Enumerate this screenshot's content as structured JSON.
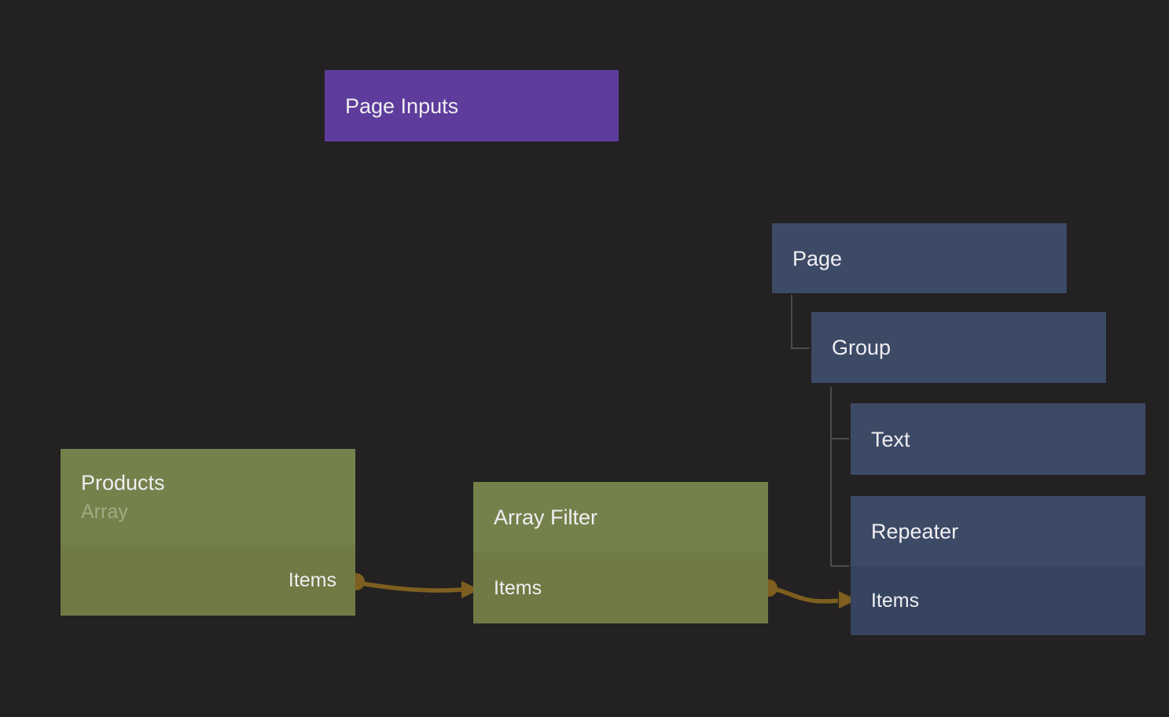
{
  "canvas": {
    "background": "#232121"
  },
  "colors": {
    "canvas_bg": "#232121",
    "purple_node": "#5d3c9b",
    "blue_node_header": "#3c4a66",
    "blue_node_row": "#364460",
    "green_node_header": "#75814b",
    "green_node_row": "#6f7a44",
    "connection": "#7e5f1f",
    "tree_line": "#4d4d4d",
    "label_text": "#f0eef2",
    "muted_text": "#a2ab83"
  },
  "nodes": {
    "page_inputs": {
      "label": "Page Inputs"
    },
    "page": {
      "label": "Page"
    },
    "group": {
      "label": "Group"
    },
    "text": {
      "label": "Text"
    },
    "repeater": {
      "label": "Repeater",
      "items_label": "Items"
    },
    "products": {
      "label": "Products",
      "subtitle": "Array",
      "items_label": "Items"
    },
    "array_filter": {
      "label": "Array Filter",
      "items_label": "Items"
    }
  },
  "tree": [
    {
      "parent": "Page",
      "child": "Group"
    },
    {
      "parent": "Group",
      "child": "Text"
    },
    {
      "parent": "Group",
      "child": "Repeater"
    }
  ],
  "connections": [
    {
      "from": "Products.Items",
      "to": "Array Filter.Items"
    },
    {
      "from": "Array Filter.Items",
      "to": "Repeater.Items"
    }
  ]
}
